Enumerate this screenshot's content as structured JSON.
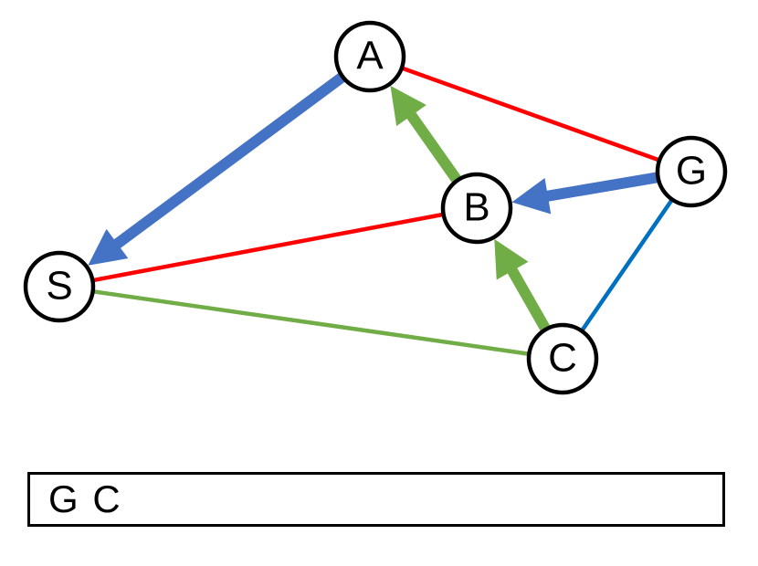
{
  "nodes": [
    {
      "id": "A",
      "label": "A"
    },
    {
      "id": "B",
      "label": "B"
    },
    {
      "id": "C",
      "label": "C"
    },
    {
      "id": "G",
      "label": "G"
    },
    {
      "id": "S",
      "label": "S"
    }
  ],
  "edges": [
    {
      "from": "A",
      "to": "G",
      "color": "#ff0000",
      "style": "line"
    },
    {
      "from": "S",
      "to": "B",
      "color": "#ff0000",
      "style": "line"
    },
    {
      "from": "S",
      "to": "C",
      "color": "#70ad47",
      "style": "line"
    },
    {
      "from": "G",
      "to": "C",
      "color": "#0070c0",
      "style": "line"
    },
    {
      "from": "A",
      "to": "S",
      "color": "#4472c4",
      "style": "arrow"
    },
    {
      "from": "G",
      "to": "B",
      "color": "#4472c4",
      "style": "arrow"
    },
    {
      "from": "B",
      "to": "A",
      "color": "#70ad47",
      "style": "arrow"
    },
    {
      "from": "C",
      "to": "B",
      "color": "#70ad47",
      "style": "arrow"
    }
  ],
  "answer": {
    "text": "G C"
  }
}
